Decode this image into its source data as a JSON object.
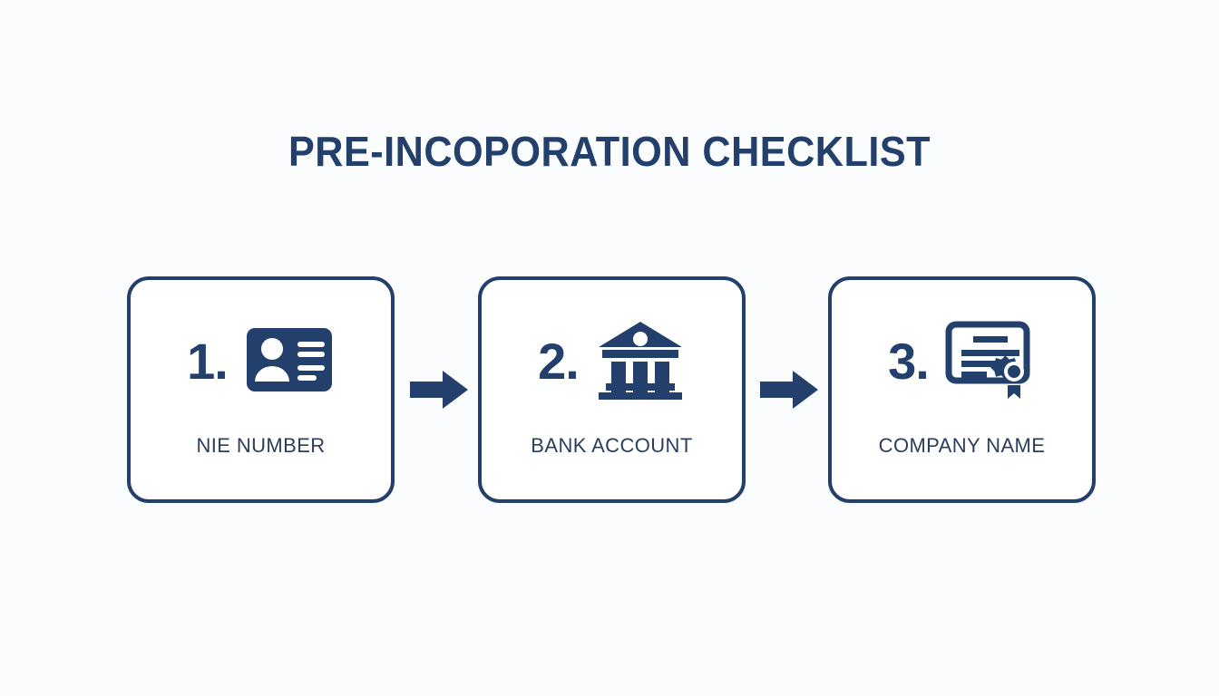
{
  "page": {
    "background_color": "#fbfcfd",
    "accent_color": "#22406b",
    "text_color": "#2b3e5c"
  },
  "title": "PRE-INCOPORATION CHECKLIST",
  "steps": [
    {
      "number": "1.",
      "label": "NIE NUMBER",
      "icon": "id-card-icon"
    },
    {
      "number": "2.",
      "label": "BANK ACCOUNT",
      "icon": "bank-building-icon"
    },
    {
      "number": "3.",
      "label": "COMPANY NAME",
      "icon": "certificate-icon"
    }
  ],
  "connectors": [
    {
      "icon": "arrow-right-icon"
    },
    {
      "icon": "arrow-right-icon"
    }
  ]
}
